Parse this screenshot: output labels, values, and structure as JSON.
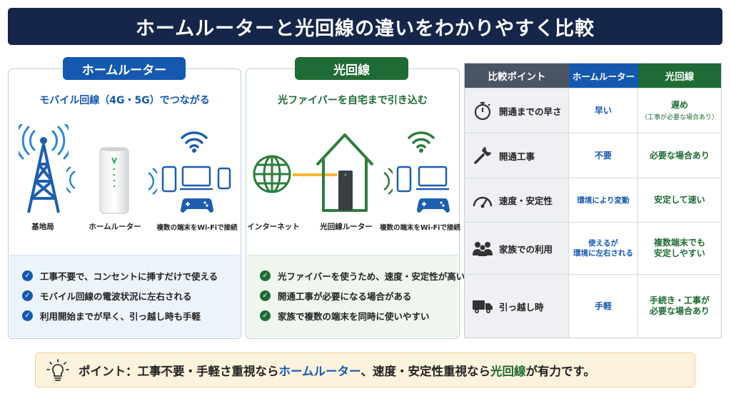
{
  "title": "ホームルーターと光回線の違いをわかりやすく比較",
  "home": {
    "tag": "ホームルーター",
    "subtitle": "モバイル回線（4G・5G）でつながる",
    "captions": [
      "基地局",
      "ホームルーター",
      "複数の端末をWi-Fiで接続"
    ],
    "bullets": [
      "工事不要で、コンセントに挿すだけで使える",
      "モバイル回線の電波状況に左右される",
      "利用開始までが早く、引っ越し時も手軽"
    ],
    "accent": "#1558b0"
  },
  "fiber": {
    "tag": "光回線",
    "subtitle": "光ファイバーを自宅まで引き込む",
    "captions": [
      "インターネット",
      "光回線ルーター",
      "複数の端末をWi-Fiで接続"
    ],
    "bullets": [
      "光ファイバーを使うため、速度・安定性が高い",
      "開通工事が必要になる場合がある",
      "家族で複数の端末を同時に使いやすい"
    ],
    "accent": "#1f6b34"
  },
  "table": {
    "headers": [
      "比較ポイント",
      "ホームルーター",
      "光回線"
    ],
    "rows": [
      {
        "icon": "stopwatch-icon",
        "label": "開通までの早さ",
        "home": "早い",
        "fiber": "遅め",
        "fiber_note": "（工事が必要な場合あり）"
      },
      {
        "icon": "wrench-icon",
        "label": "開通工事",
        "home": "不要",
        "fiber": "必要な場合あり"
      },
      {
        "icon": "speedometer-icon",
        "label": "速度・安定性",
        "home": "環境により変動",
        "fiber": "安定して速い"
      },
      {
        "icon": "family-icon",
        "label": "家族での利用",
        "home_lines": [
          "使えるが",
          "環境に左右される"
        ],
        "fiber_lines": [
          "複数端末でも",
          "安定しやすい"
        ]
      },
      {
        "icon": "truck-icon",
        "label": "引っ越し時",
        "home": "手軽",
        "fiber_lines": [
          "手続き・工事が",
          "必要な場合あり"
        ]
      }
    ]
  },
  "point": {
    "prefix": "ポイント：工事不要・手軽さ重視なら",
    "home": "ホームルーター",
    "middle": "、速度・安定性重視なら",
    "fiber": "光回線",
    "suffix": "が有力です。"
  }
}
